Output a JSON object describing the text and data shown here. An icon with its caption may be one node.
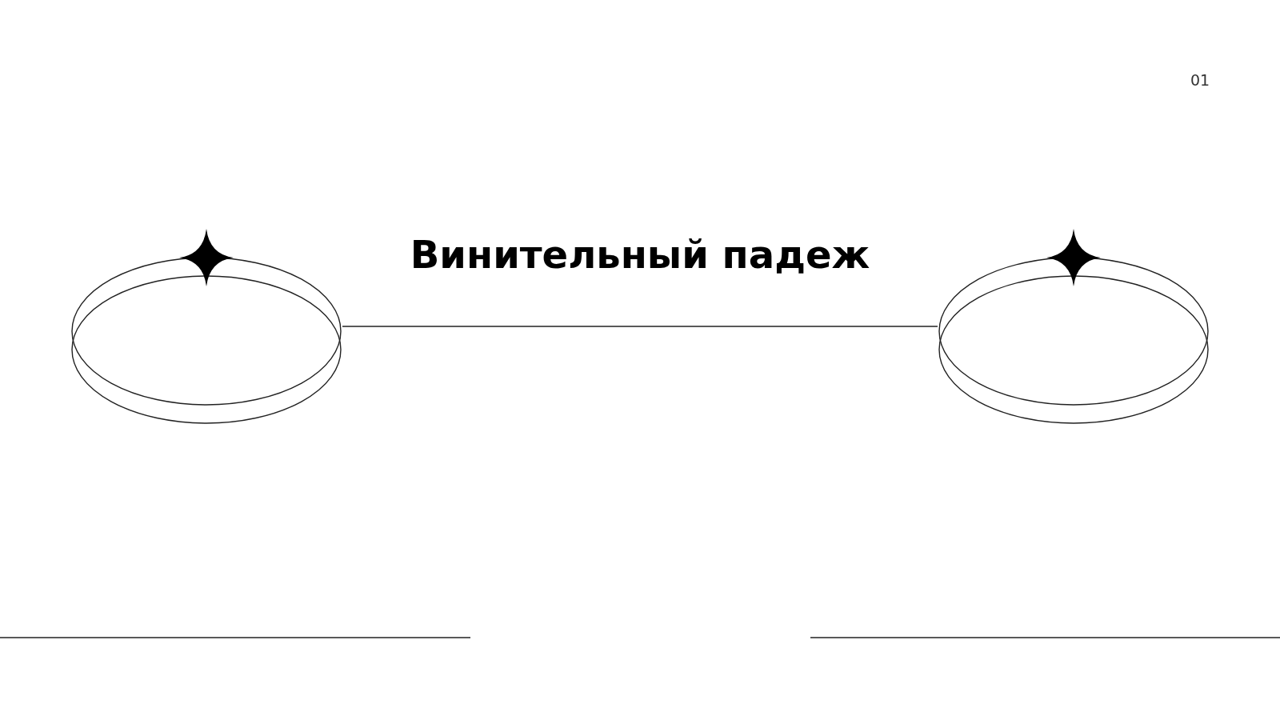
{
  "diagram": {
    "title": "Винительный падеж",
    "nodes": [
      {
        "text": [],
        "shape": "ring"
      },
      {
        "text": [],
        "shape": "ring"
      }
    ],
    "edges": [
      {
        "from": 0,
        "to": 1,
        "arrow": "none"
      }
    ],
    "labels": [
      "01"
    ]
  }
}
